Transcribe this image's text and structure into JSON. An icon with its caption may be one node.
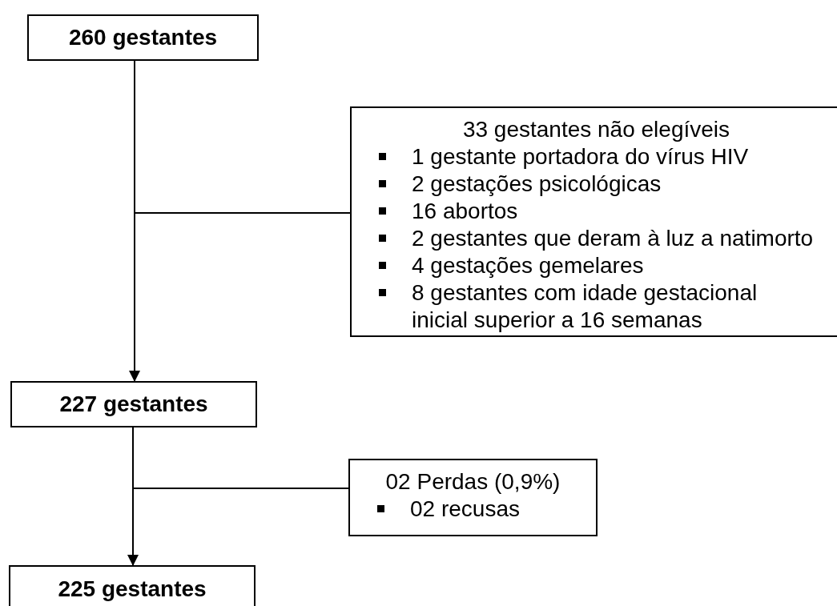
{
  "diagram": {
    "nodes": [
      {
        "text": [
          "260 gestantes"
        ]
      },
      {
        "text": [
          "33 gestantes não elegíveis",
          "1 gestante portadora do vírus HIV",
          "2 gestações psicológicas",
          "16 abortos",
          "2 gestantes que deram à luz a natimorto",
          "4 gestações gemelares",
          "8 gestantes com idade gestacional inicial superior a 16 semanas"
        ]
      },
      {
        "text": [
          "227 gestantes"
        ]
      },
      {
        "text": [
          "02 Perdas (0,9%)",
          "02 recusas"
        ]
      },
      {
        "text": [
          "225 gestantes"
        ]
      }
    ],
    "edges": [
      {
        "from": 0,
        "to": 2,
        "arrow": "to"
      },
      {
        "from": 0,
        "to": 1,
        "arrow": "none"
      },
      {
        "from": 2,
        "to": 4,
        "arrow": "to"
      },
      {
        "from": 2,
        "to": 3,
        "arrow": "none"
      }
    ]
  }
}
